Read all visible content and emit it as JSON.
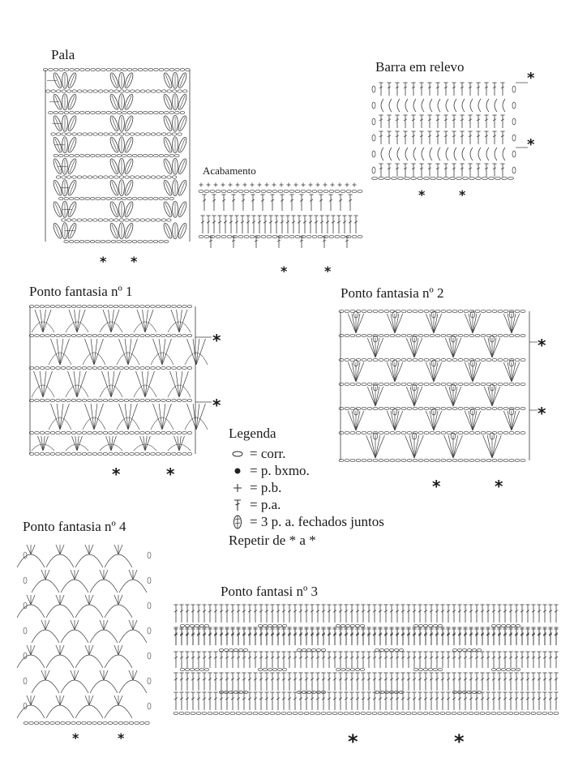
{
  "titles": {
    "pala": "Pala",
    "barra": "Barra em relevo",
    "acabamento": "Acabamento",
    "pf1": "Ponto fantasia nº 1",
    "pf2": "Ponto fantasia nº 2",
    "pf4": "Ponto fantasia nº 4",
    "pf3": "Ponto fantasi nº 3"
  },
  "star": "*",
  "legend": {
    "heading": "Legenda",
    "items": [
      {
        "icon": "oval-chain-icon",
        "text": "= corr."
      },
      {
        "icon": "dot-icon",
        "text": "= p. bxmo."
      },
      {
        "icon": "plus-icon",
        "text": "= p.b."
      },
      {
        "icon": "tstitch-icon",
        "text": "= p.a."
      },
      {
        "icon": "cluster-icon",
        "text": "= 3 p. a. fechados juntos"
      }
    ],
    "repeat": "Repetir de * a *"
  }
}
